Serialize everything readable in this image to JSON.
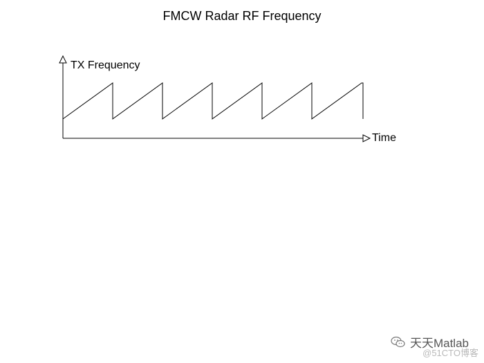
{
  "diagram": {
    "title": "FMCW Radar RF Frequency",
    "y_axis_label": "TX Frequency",
    "x_axis_label": "Time",
    "waveform": "sawtooth",
    "chirp_count": 6,
    "line_color": "#000000"
  },
  "watermark": {
    "brand": "天天Matlab",
    "source": "@51CTO博客",
    "icon": "wechat-icon"
  }
}
